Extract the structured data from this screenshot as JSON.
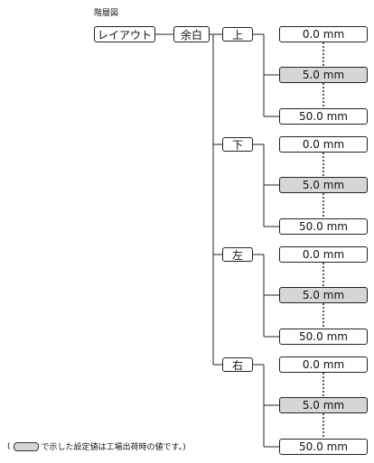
{
  "title": "階層図",
  "root": "レイアウト",
  "level1": "余白",
  "sides": [
    {
      "label": "上",
      "values": [
        "0.0 mm",
        "5.0 mm",
        "50.0 mm"
      ],
      "default_index": 1
    },
    {
      "label": "下",
      "values": [
        "0.0 mm",
        "5.0 mm",
        "50.0 mm"
      ],
      "default_index": 1
    },
    {
      "label": "左",
      "values": [
        "0.0 mm",
        "5.0 mm",
        "50.0 mm"
      ],
      "default_index": 1
    },
    {
      "label": "右",
      "values": [
        "0.0 mm",
        "5.0 mm",
        "50.0 mm"
      ],
      "default_index": 1
    }
  ],
  "note": {
    "open_paren": "(",
    "text": "で示した設定値は工場出荷時の値です。)"
  },
  "colors": {
    "default_fill": "#d6d6d6",
    "line": "#222222"
  }
}
